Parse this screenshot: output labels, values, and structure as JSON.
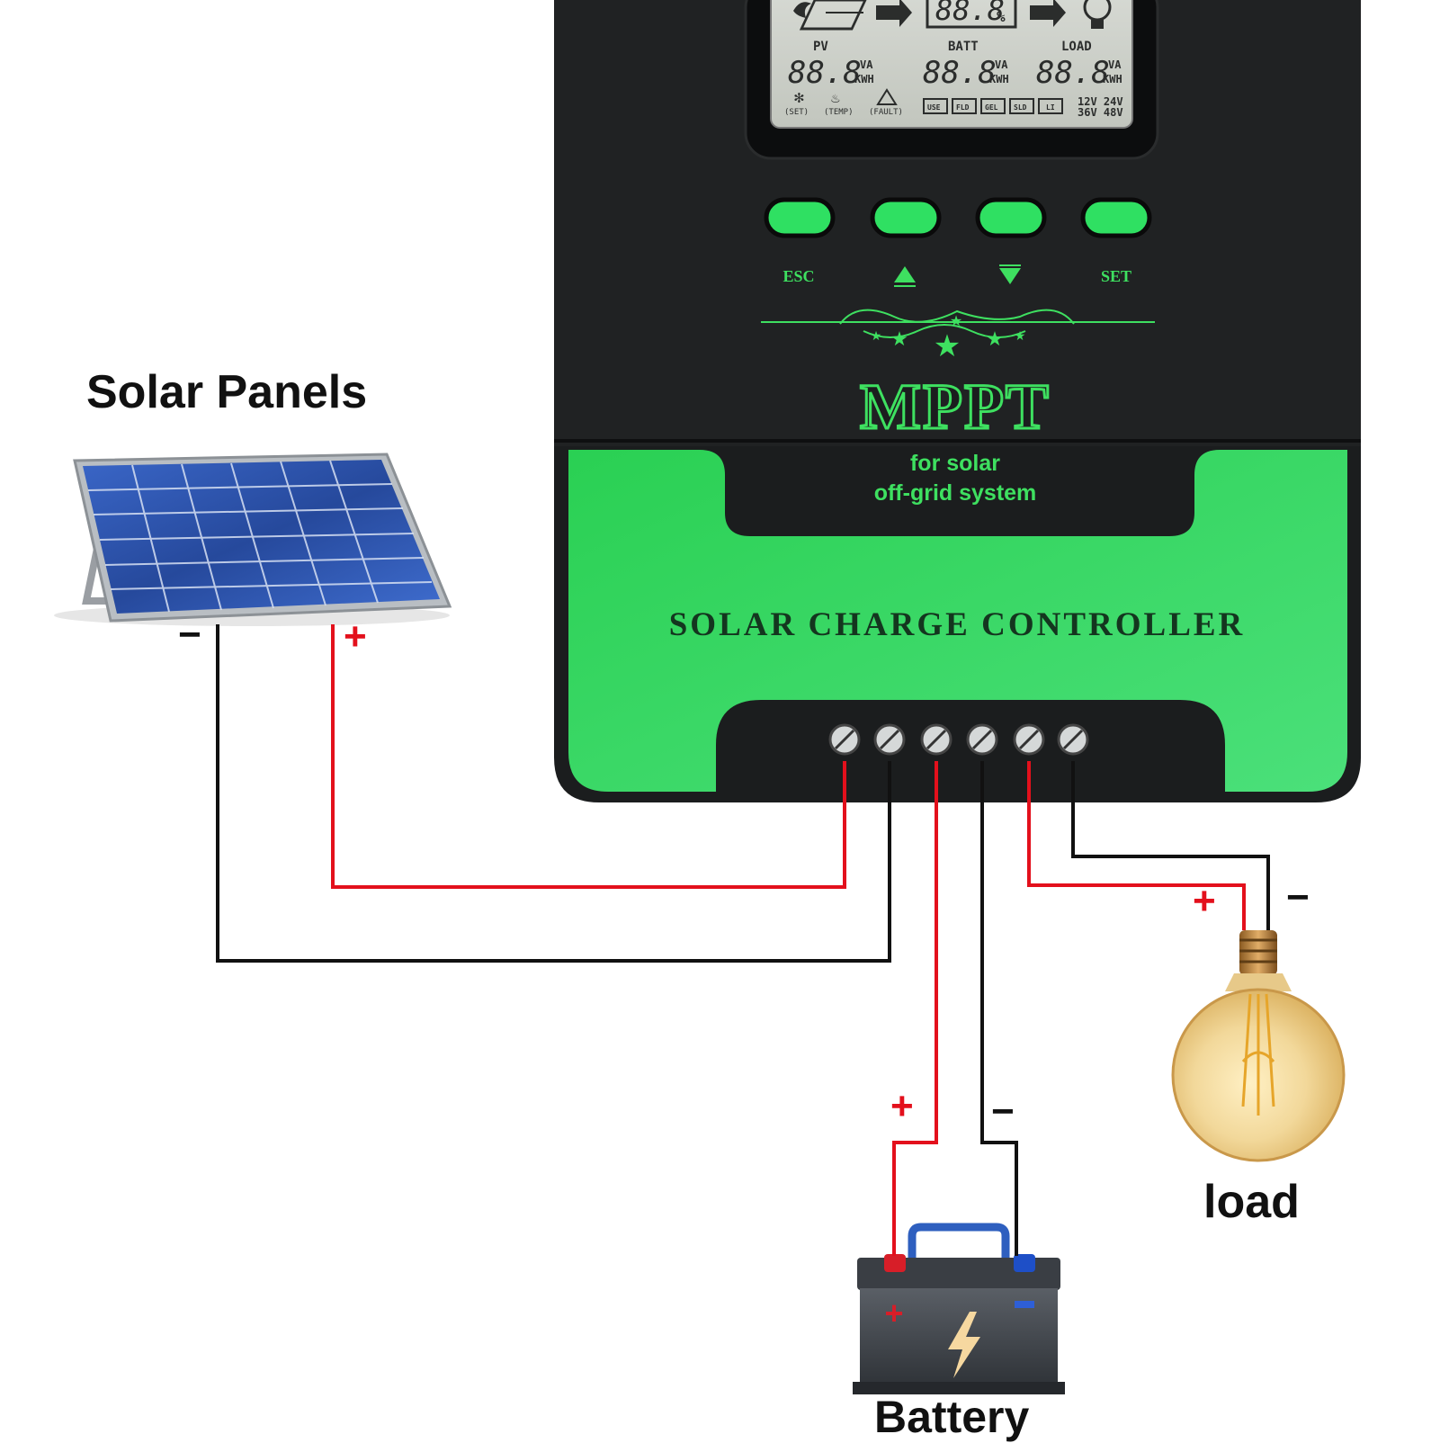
{
  "labels": {
    "solar_panels": "Solar Panels",
    "load": "load",
    "battery": "Battery"
  },
  "controller": {
    "brand_text": "MPPT",
    "tagline_line1": "for solar",
    "tagline_line2": "off-grid system",
    "product_text": "SOLAR CHARGE CONTROLLER",
    "buttons": [
      {
        "label": "ESC"
      },
      {
        "icon": "up-triangle-icon"
      },
      {
        "icon": "down-triangle-icon"
      },
      {
        "label": "SET"
      }
    ],
    "lcd": {
      "top_readout": "88.8",
      "top_unit": "%",
      "section_labels": [
        "PV",
        "BATT",
        "LOAD"
      ],
      "readouts": [
        "88.8",
        "88.8",
        "88.8"
      ],
      "unit_top": "VA",
      "unit_bottom": "KWH",
      "status_labels": [
        "(SET)",
        "(TEMP)",
        "(FAULT)"
      ],
      "battery_types": [
        "USE",
        "FLD",
        "GEL",
        "SLD",
        "LI"
      ],
      "voltages_line1": "12V 24V",
      "voltages_line2": "36V 48V"
    }
  },
  "polarity": {
    "plus": "+",
    "minus": "−"
  },
  "colors": {
    "controller_green": "#2fd35a",
    "controller_body": "#1c1e1f",
    "text_green": "#3ee060",
    "wire_red": "#e3101c",
    "wire_black": "#111111",
    "panel_blue": "#2a4fa8"
  }
}
